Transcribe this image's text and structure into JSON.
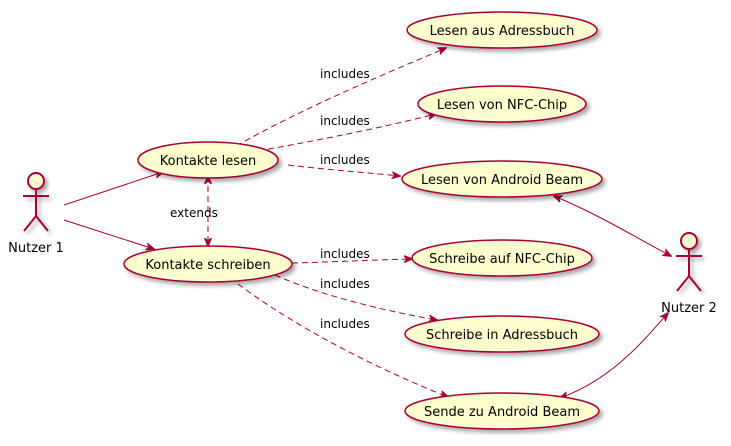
{
  "actors": {
    "user1": "Nutzer 1",
    "user2": "Nutzer 2"
  },
  "usecases": {
    "kontakte_lesen": "Kontakte lesen",
    "kontakte_schreiben": "Kontakte schreiben",
    "lesen_adressbuch": "Lesen aus Adressbuch",
    "lesen_nfc": "Lesen von NFC-Chip",
    "lesen_beam": "Lesen von Android Beam",
    "schreibe_nfc": "Schreibe auf NFC-Chip",
    "schreibe_adressbuch": "Schreibe in Adressbuch",
    "sende_beam": "Sende zu Android Beam"
  },
  "relations": {
    "includes": "includes",
    "extends": "extends"
  },
  "colors": {
    "usecase_fill": "#FEFECE",
    "border": "#A80036"
  }
}
